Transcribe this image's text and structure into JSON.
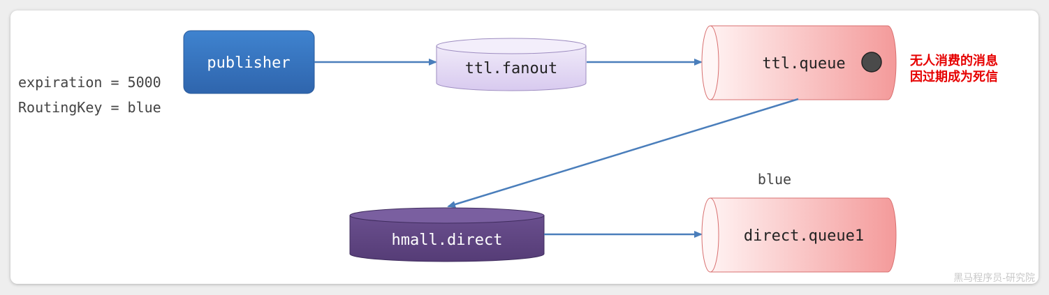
{
  "diagram": {
    "expiration_label": "expiration = 5000",
    "routing_key_label": "RoutingKey = blue",
    "publisher": "publisher",
    "ttl_fanout": "ttl.fanout",
    "ttl_queue": "ttl.queue",
    "dead_letter_note_line1": "无人消费的消息",
    "dead_letter_note_line2": "因过期成为死信",
    "hmall_direct": "hmall.direct",
    "binding_key": "blue",
    "direct_queue1": "direct.queue1"
  },
  "watermark": "黑马程序员-研究院",
  "colors": {
    "publisher_fill": "#3774c0",
    "fanout_fill": "#e2d8f2",
    "queue_fill": "#f9c3c3",
    "direct_fill": "#5e4580",
    "arrow": "#4a7ebb",
    "note": "#e60000"
  }
}
